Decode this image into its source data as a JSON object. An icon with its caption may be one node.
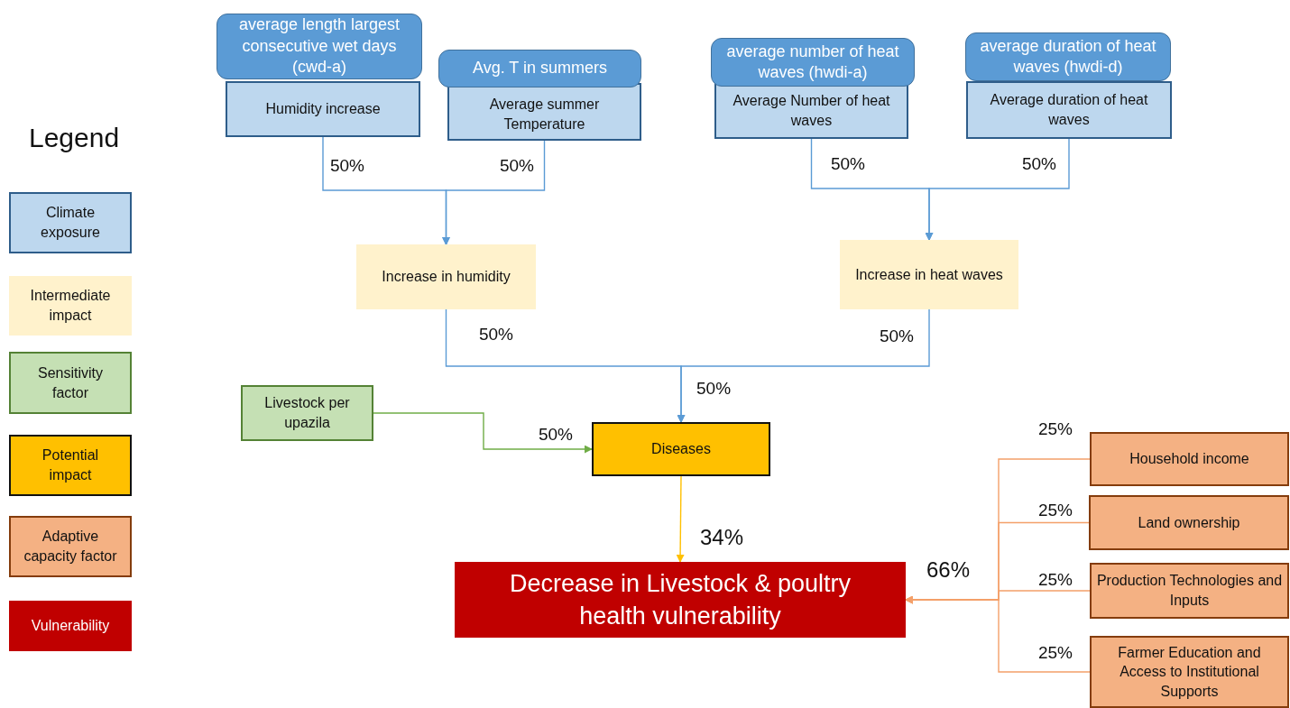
{
  "diagram": {
    "nodes": [
      {
        "text": [
          "average length largest consecutive wet days (cwd-a)"
        ]
      },
      {
        "text": [
          "Humidity increase"
        ]
      },
      {
        "text": [
          "Avg. T in summers"
        ]
      },
      {
        "text": [
          "Average summer Temperature"
        ]
      },
      {
        "text": [
          "average number of heat waves (hwdi-a)"
        ]
      },
      {
        "text": [
          "Average Number of heat waves"
        ]
      },
      {
        "text": [
          "average duration of heat waves (hwdi-d)"
        ]
      },
      {
        "text": [
          "Average duration of heat waves"
        ]
      },
      {
        "text": [
          "Increase in humidity"
        ]
      },
      {
        "text": [
          "Increase in heat waves"
        ]
      },
      {
        "text": [
          "Livestock per upazila"
        ]
      },
      {
        "text": [
          "Diseases"
        ]
      },
      {
        "text": [
          "Household income"
        ]
      },
      {
        "text": [
          "Land ownership"
        ]
      },
      {
        "text": [
          "Production Technologies and Inputs"
        ]
      },
      {
        "text": [
          "Farmer Education and Access to Institutional Supports"
        ]
      },
      {
        "text": [
          "Decrease in Livestock & poultry health vulnerability"
        ]
      }
    ],
    "edges": [
      {
        "from": 1,
        "to": 8,
        "arrow": "to",
        "label": "50%"
      },
      {
        "from": 3,
        "to": 8,
        "arrow": "to",
        "label": "50%"
      },
      {
        "from": 5,
        "to": 9,
        "arrow": "to",
        "label": "50%"
      },
      {
        "from": 7,
        "to": 9,
        "arrow": "to",
        "label": "50%"
      },
      {
        "from": 8,
        "to": 11,
        "arrow": "to",
        "label": "50%"
      },
      {
        "from": 9,
        "to": 11,
        "arrow": "to",
        "label": "50%"
      },
      {
        "from": 10,
        "to": 11,
        "arrow": "to",
        "label": "50%",
        "color": "#70ad47"
      },
      {
        "from": 11,
        "to": 16,
        "arrow": "to",
        "label": "34%",
        "color": "#ffc000"
      },
      {
        "from": 12,
        "to": 16,
        "arrow": "to",
        "label": "25%",
        "color": "#f4a06a"
      },
      {
        "from": 13,
        "to": 16,
        "arrow": "to",
        "label": "25%",
        "color": "#f4a06a"
      },
      {
        "from": 14,
        "to": 16,
        "arrow": "to",
        "label": "25%",
        "color": "#f4a06a"
      },
      {
        "from": 15,
        "to": 16,
        "arrow": "to",
        "label": "25%",
        "color": "#f4a06a"
      }
    ],
    "labels": [
      "Legend",
      "50%",
      "66%"
    ],
    "legend": [
      {
        "text": "Climate exposure",
        "color": "#bdd7ee"
      },
      {
        "text": "Intermediate impact",
        "color": "#fff2cc"
      },
      {
        "text": "Sensitivity factor",
        "color": "#c5e0b4"
      },
      {
        "text": "Potential impact",
        "color": "#ffc000"
      },
      {
        "text": "Adaptive capacity factor",
        "color": "#f4b183"
      },
      {
        "text": "Vulnerability",
        "color": "#c00000"
      }
    ]
  }
}
